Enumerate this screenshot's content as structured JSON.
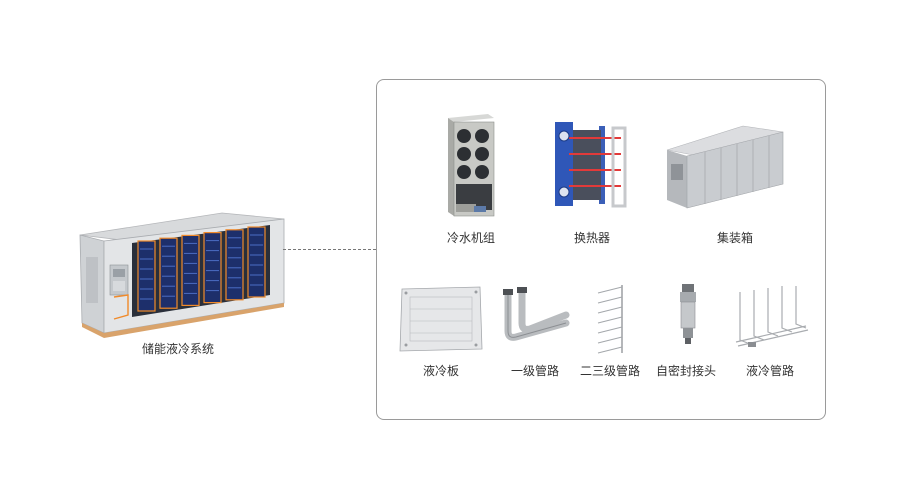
{
  "system": {
    "label": "储能液冷系统"
  },
  "components_top": [
    {
      "label": "冷水机组",
      "icon": "chiller-unit-icon"
    },
    {
      "label": "换热器",
      "icon": "plate-heat-exchanger-icon"
    },
    {
      "label": "集装箱",
      "icon": "container-icon"
    }
  ],
  "components_bottom": [
    {
      "label": "液冷板",
      "icon": "cold-plate-icon"
    },
    {
      "label": "一级管路",
      "icon": "primary-pipe-icon"
    },
    {
      "label": "二三级管路",
      "icon": "secondary-pipe-icon"
    },
    {
      "label": "自密封接头",
      "icon": "self-sealing-connector-icon"
    },
    {
      "label": "液冷管路",
      "icon": "cooling-pipeline-icon"
    }
  ],
  "colors": {
    "accent_orange": "#f08a2a",
    "battery_blue": "#1d2f6b",
    "border": "#9a9a9a"
  }
}
